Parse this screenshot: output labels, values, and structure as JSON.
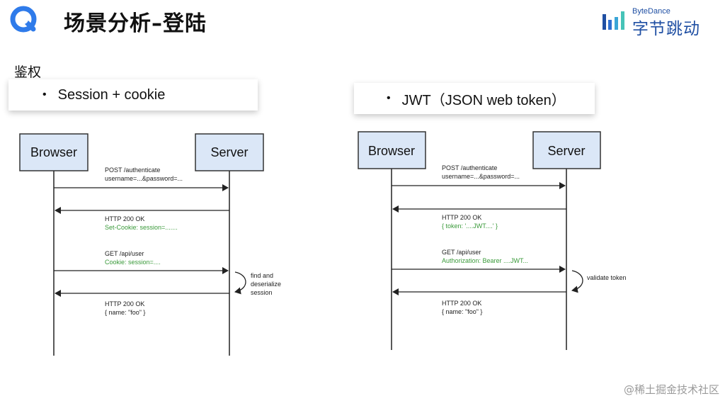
{
  "header": {
    "title": "场景分析–登陆",
    "brand_small": "ByteDance",
    "brand_big": "字节跳动"
  },
  "section_label": "鉴权",
  "bullets": {
    "left": "Session + cookie",
    "right": "JWT（JSON web token）"
  },
  "diagrams": {
    "left": {
      "browser": "Browser",
      "server": "Server",
      "msg1_line1": "POST /authenticate",
      "msg1_line2": "username=...&password=...",
      "msg2_line1": "HTTP 200 OK",
      "msg2_line2": "Set-Cookie: session=.......",
      "msg3_line1": "GET /api/user",
      "msg3_line2": "Cookie: session=....",
      "note_line1": "find and",
      "note_line2": "deserialize",
      "note_line3": "session",
      "msg4_line1": "HTTP 200 OK",
      "msg4_line2": "{ name: \"foo\" }"
    },
    "right": {
      "browser": "Browser",
      "server": "Server",
      "msg1_line1": "POST /authenticate",
      "msg1_line2": "username=...&password=...",
      "msg2_line1": "HTTP 200 OK",
      "msg2_line2": "{ token: '....JWT....' }",
      "msg3_line1": "GET /api/user",
      "msg3_line2": "Authorization: Bearer ....JWT...",
      "note_line1": "validate token",
      "msg4_line1": "HTTP 200 OK",
      "msg4_line2": "{ name: \"foo\" }"
    }
  },
  "watermark": "@稀土掘金技术社区",
  "colors": {
    "box_fill": "#dbe7f7",
    "green_text": "#3a9a3a",
    "brand": "#1f4fa3"
  }
}
